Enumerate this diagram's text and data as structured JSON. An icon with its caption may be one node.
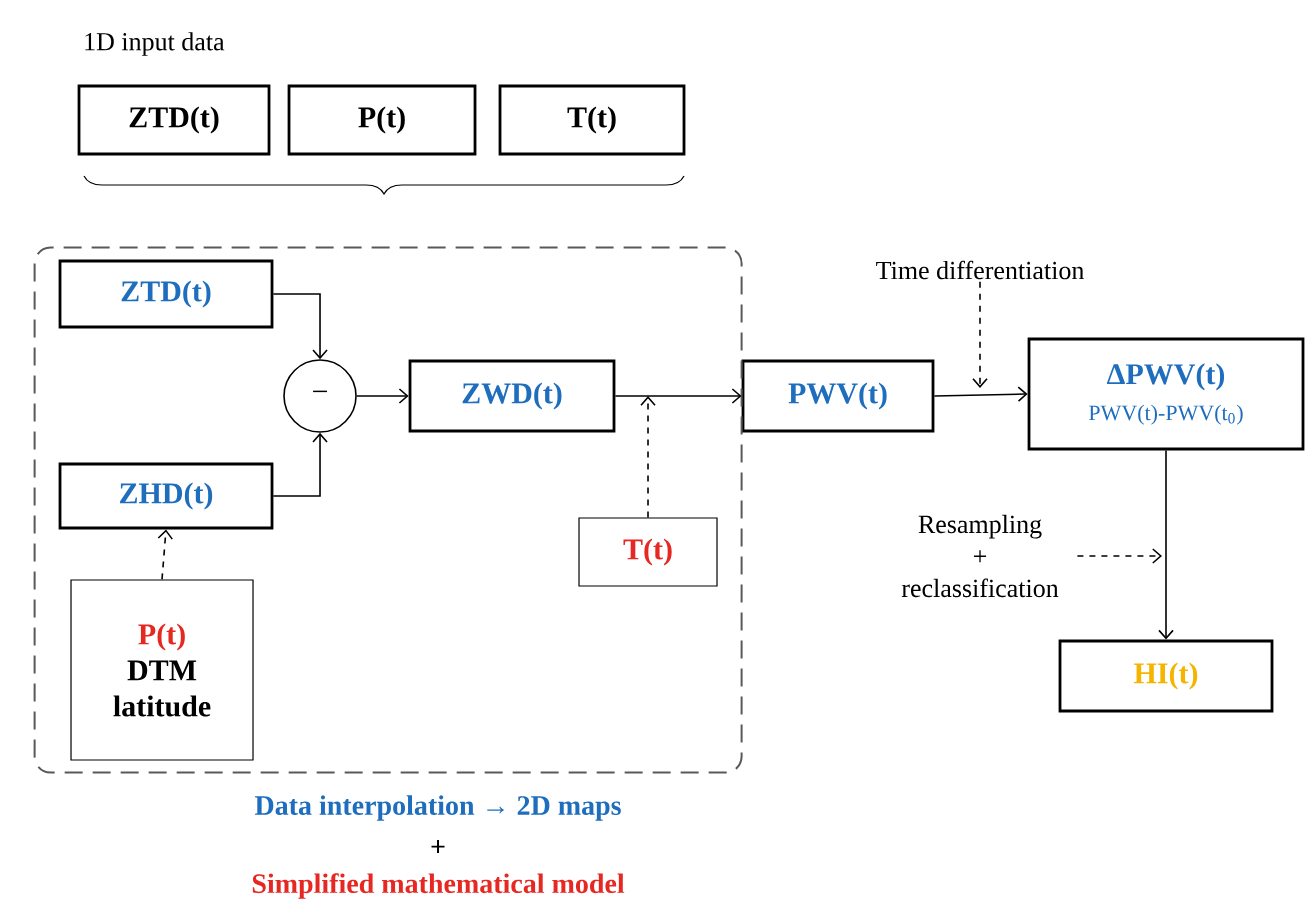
{
  "diagram": {
    "nodes": [
      {
        "text": [
          "ZTD(t)"
        ]
      },
      {
        "text": [
          "P(t)"
        ]
      },
      {
        "text": [
          "T(t)"
        ]
      },
      {
        "text": [
          "Data interpolation → 2D maps",
          "+",
          "Simplified mathematical model"
        ]
      },
      {
        "text": [
          "ZTD(t)"
        ],
        "in": 3
      },
      {
        "text": [
          "−"
        ],
        "in": 3
      },
      {
        "text": [
          "ZHD(t)"
        ],
        "in": 3
      },
      {
        "text": [
          "P(t)",
          "DTM latitude"
        ],
        "in": 3
      },
      {
        "text": [
          "ZWD(t)"
        ],
        "in": 3
      },
      {
        "text": [
          "T(t)"
        ],
        "in": 3
      },
      {
        "text": [
          "PWV(t)"
        ]
      },
      {
        "text": [
          "ΔPWV(t)",
          "PWV(t)-PWV(t$_{0}$)"
        ]
      },
      {
        "text": [
          "HI(t)"
        ]
      },
      {
        "text": [
          "Time differentiation"
        ]
      },
      {
        "text": [
          "Resampling + reclassification"
        ]
      }
    ],
    "edges": [
      {
        "from": 4,
        "to": 5,
        "arrow": "to"
      },
      {
        "from": 6,
        "to": 5,
        "arrow": "to"
      },
      {
        "from": 5,
        "to": 8,
        "arrow": "to"
      },
      {
        "from": 9,
        "to": null,
        "arrow": "to",
        "style": "dashed"
      },
      {
        "from": 7,
        "to": 6,
        "arrow": "to",
        "style": "dashed"
      },
      {
        "from": 8,
        "to": 10,
        "arrow": "to"
      },
      {
        "from": 10,
        "to": 11,
        "arrow": "to"
      },
      {
        "from": 13,
        "to": null,
        "arrow": "to",
        "style": "dashed"
      },
      {
        "from": 11,
        "to": 12,
        "arrow": "to"
      },
      {
        "from": 14,
        "to": null,
        "arrow": "to",
        "style": "dashed"
      }
    ],
    "labels": [
      "1D input data"
    ]
  }
}
